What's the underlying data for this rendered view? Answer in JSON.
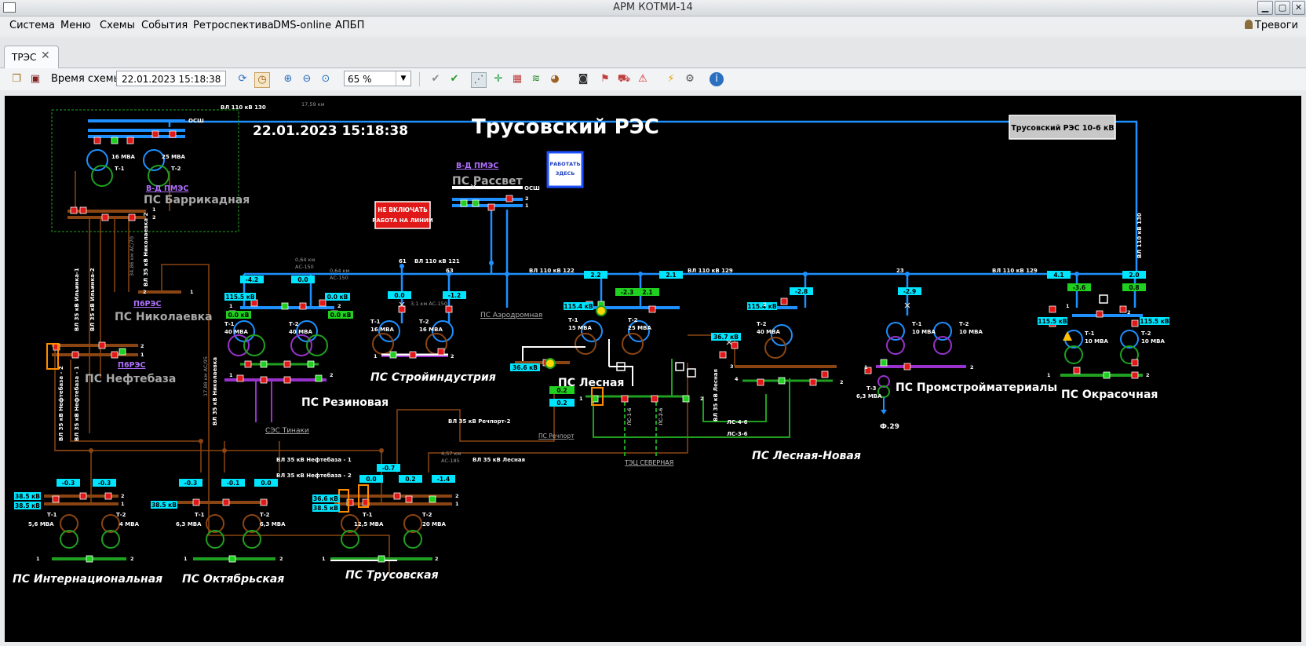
{
  "window": {
    "title": "АРМ КОТМИ-14"
  },
  "menu": [
    "Система",
    "Меню",
    "Схемы",
    "События",
    "Ретроспектива",
    "DMS-online",
    "АПБП"
  ],
  "alarms_label": "Тревоги",
  "tab": {
    "label": "ТРЭС"
  },
  "toolbar": {
    "time_label": "Время схемы :",
    "time_value": "22.01.2023  15:18:38",
    "zoom": "65 %"
  },
  "scheme": {
    "timestamp": "22.01.2023 15:18:38",
    "title": "Трусовский РЭС",
    "nav_button": "Трусовский РЭС 10-6 кВ",
    "warning_sign": [
      "НЕ ВКЛЮЧАТЬ",
      "РАБОТА НА ЛИНИИ"
    ],
    "work_sign": [
      "РАБОТАТЬ",
      "ЗДЕСЬ"
    ],
    "substations": {
      "barrikadnaya": {
        "name": "ПС Баррикадная",
        "owner": "В-Д ПМЭС",
        "osh": "ОСШ",
        "t1": "Т-1",
        "t2": "Т-2",
        "t1_mva": "16 МВА",
        "t2_mva": "25 МВА"
      },
      "rassvet": {
        "name": "ПС Рассвет",
        "owner": "В-Д ПМЭС",
        "osh": "ОСШ"
      },
      "nikolaevka": {
        "name": "ПС Николаевка",
        "owner": "П6РЭС"
      },
      "neftebaza": {
        "name": "ПС Нефтебаза",
        "owner": "П6РЭС"
      },
      "rezinovaya": {
        "name": "ПС Резиновая",
        "t1": "Т-1",
        "t2": "Т-2",
        "t1_mva": "40 МВА",
        "t2_mva": "40 МВА",
        "v1": "115.5 кВ",
        "v2": "0.0 кВ",
        "v3": "0.0 кВ",
        "v4": "0.0 кВ",
        "p1": "-4.2",
        "p2": "0.0"
      },
      "stroyindustriya": {
        "name": "ПС Стройиндустрия",
        "t1": "Т-1",
        "t2": "Т-2",
        "t1_mva": "16 МВА",
        "t2_mva": "16 МВА",
        "p1": "0.0",
        "p2": "-1.2"
      },
      "aerodromnaya": {
        "name": "ПС Аэродромная"
      },
      "lesnaya": {
        "name": "ПС Лесная",
        "t1": "Т-1",
        "t2": "Т-2",
        "t1_mva": "15 МВА",
        "t2_mva": "25 МВА",
        "v1": "115.4 кВ",
        "v2": "36.6 кВ",
        "p1": "2.2",
        "p2": "-2.3",
        "p3": "2.1",
        "p4": "2.1",
        "p5": "0.2",
        "p6": "0.2"
      },
      "lesnaya_new": {
        "name": "ПС Лесная-Новая",
        "t2": "Т-2",
        "t2_mva": "40 МВА",
        "v1": "115.4 кВ",
        "v2": "36.7 кВ",
        "p1": "-2.8"
      },
      "promstroy": {
        "name": "ПС Промстройматериалы",
        "t1": "Т-1",
        "t2": "Т-2",
        "t3": "Т-3",
        "t1_mva": "10 МВА",
        "t2_mva": "10 МВА",
        "t3_mva": "6,3 МВА",
        "p1": "-2.9",
        "feeder": "Ф.29"
      },
      "okrasochnaya": {
        "name": "ПС Окрасочная",
        "t1": "Т-1",
        "t2": "Т-2",
        "t1_mva": "10 МВА",
        "t2_mva": "10 МВА",
        "v1": "115.5 кВ",
        "v2": "115.5 кВ",
        "p1": "4.1",
        "p2": "-3.6",
        "p3": "2.0",
        "p4": "0.8"
      },
      "internatsionalnaya": {
        "name": "ПС Интернациональная",
        "t1": "Т-1",
        "t2": "Т-2",
        "t1_mva": "5,6 МВА",
        "t2_mva": "4 МВА",
        "v1": "38.5 кВ",
        "v2": "38.5 кВ",
        "p1": "-0.3",
        "p2": "-0.3"
      },
      "oktyabrskaya": {
        "name": "ПС Октябрьская",
        "t1": "Т-1",
        "t2": "Т-2",
        "t1_mva": "6,3 МВА",
        "t2_mva": "6,3 МВА",
        "v1": "38.5 кВ",
        "p1": "-0.3",
        "p2": "-0.1",
        "p3": "0.0"
      },
      "trusovskaya": {
        "name": "ПС Трусовская",
        "t1": "Т-1",
        "t2": "Т-2",
        "t1_mva": "12,5 МВА",
        "t2_mva": "20 МВА",
        "v1": "36.6 кВ",
        "v2": "38.5 кВ",
        "p1": "0.0",
        "p2": "-0.7",
        "p3": "0.2",
        "p4": "-1.4"
      },
      "ses_tinaki": {
        "name": "СЭС Тинаки"
      },
      "rechport": {
        "name": "ПС Речпорт"
      },
      "tets": {
        "name": "ТЭЦ СЕВЕРНАЯ"
      }
    },
    "lines": {
      "l130": "ВЛ 110 кВ 130",
      "l121": "ВЛ 110 кВ 121",
      "l122": "ВЛ 110 кВ 122",
      "l129a": "ВЛ 110 кВ 129",
      "l129b": "ВЛ 110 кВ 129",
      "l130v": "ВЛ 110 кВ 130",
      "n2": "ВЛ 35 кВ Николаевка 2",
      "il1": "ВЛ 35 кВ Ильинка-1",
      "il2": "ВЛ 35 кВ Ильинка-2",
      "nf2v": "ВЛ 35 кВ Нефтебаза - 2",
      "nf1v": "ВЛ 35 кВ Нефтебаза - 1",
      "nf1": "ВЛ 35 кВ Нефтебаза - 1",
      "nf2": "ВЛ 35 кВ Нефтебаза - 2",
      "nik": "ВЛ 35 кВ Николаевка",
      "rech2": "ВЛ 35 кВ Речпорт-2",
      "les": "ВЛ 35 кВ Лесная",
      "ls16": "ЛС-1-6",
      "ls26": "ЛС-2-6",
      "ls46": "ЛС-4-6",
      "ls36": "ЛС-3-6",
      "lesv": "ВЛ 35 кВ Лесная"
    },
    "small": {
      "km1759": "17,59 км",
      "km064a": "0,64 км",
      "km064b": "0,64 км",
      "ac150a": "АС-150",
      "ac150b": "АС-150",
      "km31": "3,1 км АС-150",
      "km3486": "34,86 км АС/70",
      "km1788": "17,88 км АС/95",
      "km457": "4,57 км",
      "ac185": "АС-185",
      "n61": "61",
      "n63": "63",
      "n23": "23"
    }
  }
}
